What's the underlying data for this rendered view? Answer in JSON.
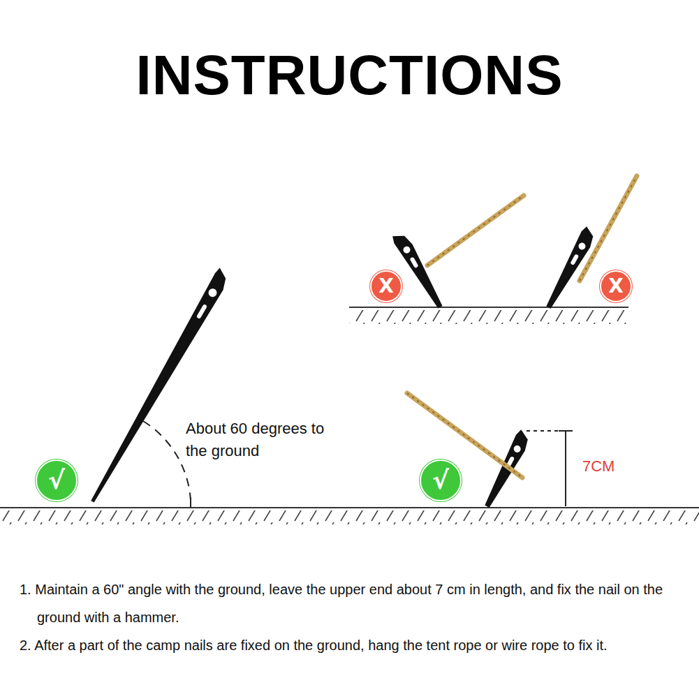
{
  "diagram": {
    "title": "INSTRUCTIONS",
    "nodes": [
      {
        "text": [
          "X"
        ]
      },
      {
        "text": [
          "X"
        ]
      },
      {
        "text": [
          "√"
        ]
      },
      {
        "text": [
          "√"
        ]
      }
    ],
    "labels": [
      "About 60 degrees to the ground",
      "7CM",
      "1. Maintain a 60\" angle with the ground, leave the upper end about 7 cm in length, and fix the nail on the ground with a hammer.",
      "2. After a part of the camp nails are fixed on the ground, hang the tent rope or wire rope to fix it."
    ]
  }
}
